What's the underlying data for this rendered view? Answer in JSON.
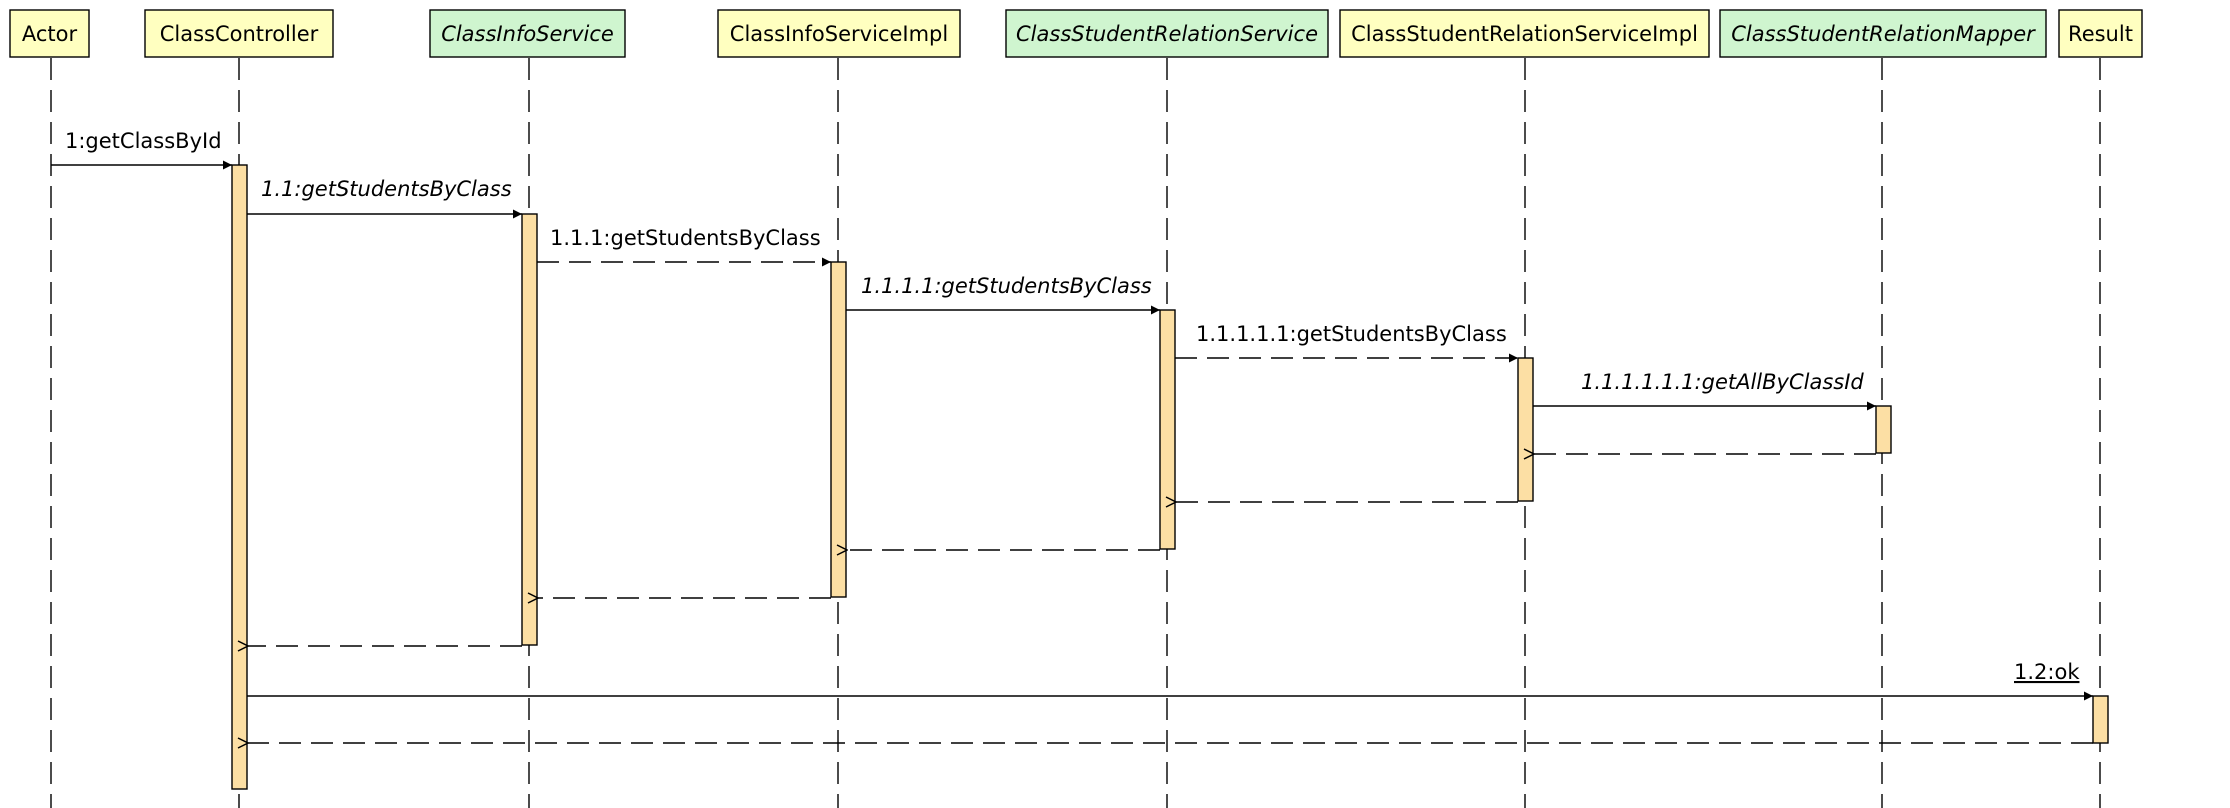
{
  "participants": [
    {
      "id": "actor",
      "label": "Actor",
      "interface": false
    },
    {
      "id": "class-controller",
      "label": "ClassController",
      "interface": false
    },
    {
      "id": "class-info-service",
      "label": "ClassInfoService",
      "interface": true
    },
    {
      "id": "class-info-service-impl",
      "label": "ClassInfoServiceImpl",
      "interface": false
    },
    {
      "id": "class-student-relation-service",
      "label": "ClassStudentRelationService",
      "interface": true
    },
    {
      "id": "class-student-relation-service-impl",
      "label": "ClassStudentRelationServiceImpl",
      "interface": false
    },
    {
      "id": "class-student-relation-mapper",
      "label": "ClassStudentRelationMapper",
      "interface": true
    },
    {
      "id": "result",
      "label": "Result",
      "interface": false
    }
  ],
  "messages": [
    {
      "label": "1:getClassById",
      "italic": false,
      "underline": false,
      "dashed": false
    },
    {
      "label": "1.1:getStudentsByClass",
      "italic": true,
      "underline": false,
      "dashed": false
    },
    {
      "label": "1.1.1:getStudentsByClass",
      "italic": false,
      "underline": false,
      "dashed": true
    },
    {
      "label": "1.1.1.1:getStudentsByClass",
      "italic": true,
      "underline": false,
      "dashed": false
    },
    {
      "label": "1.1.1.1.1:getStudentsByClass",
      "italic": false,
      "underline": false,
      "dashed": true
    },
    {
      "label": "1.1.1.1.1.1:getAllByClassId",
      "italic": true,
      "underline": false,
      "dashed": false
    },
    {
      "label": "1.2:ok",
      "italic": false,
      "underline": true,
      "dashed": false
    }
  ],
  "colors": {
    "concrete_header": "#FFFFC0",
    "interface_header": "#CFF5CF",
    "activation": "#FCDFA4",
    "line": "#000000"
  }
}
